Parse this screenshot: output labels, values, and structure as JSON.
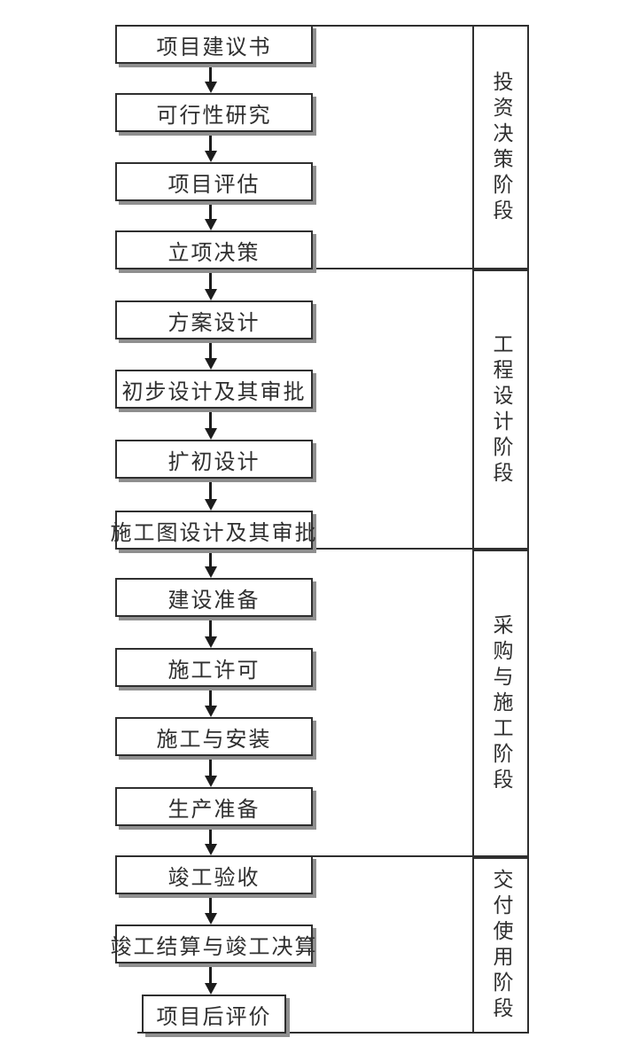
{
  "flow": {
    "steps": [
      {
        "label": "项目建议书"
      },
      {
        "label": "可行性研究"
      },
      {
        "label": "项目评估"
      },
      {
        "label": "立项决策"
      },
      {
        "label": "方案设计"
      },
      {
        "label": "初步设计及其审批"
      },
      {
        "label": "扩初设计"
      },
      {
        "label": "施工图设计及其审批"
      },
      {
        "label": "建设准备"
      },
      {
        "label": "施工许可"
      },
      {
        "label": "施工与安装"
      },
      {
        "label": "生产准备"
      },
      {
        "label": "竣工验收"
      },
      {
        "label": "竣工结算与竣工决算"
      },
      {
        "label": "项目后评价"
      }
    ],
    "phases": [
      {
        "label": "投资决策阶段"
      },
      {
        "label": "工程设计阶段"
      },
      {
        "label": "采购与施工阶段"
      },
      {
        "label": "交付使用阶段"
      }
    ],
    "colors": {
      "line": "#2f2f2f",
      "arrow": "#1c1c1c",
      "shadow": "#8f8f8f",
      "text": "#2f2f2f",
      "background": "#ffffff"
    }
  }
}
